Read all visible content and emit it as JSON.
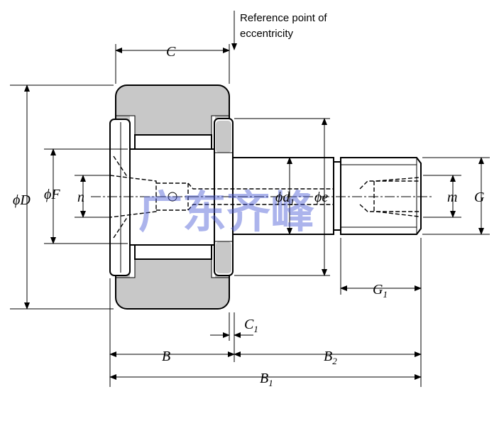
{
  "annotation": {
    "line1": "Reference point of",
    "line2": "eccentricity"
  },
  "labels": {
    "C": "C",
    "D": "ϕD",
    "F": "ϕF",
    "n": "n",
    "d1": "ϕd",
    "d1_sub": "1",
    "e": "ϕe",
    "m": "m",
    "G": "G",
    "G1": "G",
    "G1_sub": "1",
    "C1": "C",
    "C1_sub": "1",
    "B": "B",
    "B2": "B",
    "B2_sub": "2",
    "B1": "B",
    "B1_sub": "1"
  },
  "watermark": "广东齐峰",
  "colors": {
    "hatch": "#c8c8c8",
    "watermark": "#4a5ad6"
  }
}
